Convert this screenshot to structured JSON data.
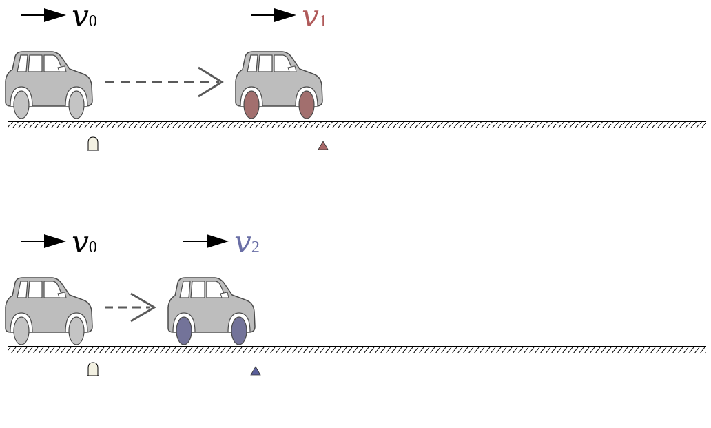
{
  "panels": [
    {
      "id": "top",
      "initial": {
        "symbol": "v",
        "subscript": "0",
        "color": "#000000"
      },
      "final": {
        "symbol": "v",
        "subscript": "1",
        "color": "#b05a5a"
      },
      "wheel_color_final": "#a26f6e",
      "marker_color": "#a86868"
    },
    {
      "id": "bottom",
      "initial": {
        "symbol": "v",
        "subscript": "0",
        "color": "#000000"
      },
      "final": {
        "symbol": "v",
        "subscript": "2",
        "color": "#6a6fa6"
      },
      "wheel_color_final": "#737399",
      "marker_color": "#5a5f9a"
    }
  ],
  "colors": {
    "car_body": "#bdbdbd",
    "car_outline": "#4a4a4a",
    "window": "#ffffff",
    "wheel_default": "#c4c4c4",
    "ground": "#000000",
    "motion_arrow": "#5a5a5a",
    "bell_fill": "#f3f1e2"
  }
}
